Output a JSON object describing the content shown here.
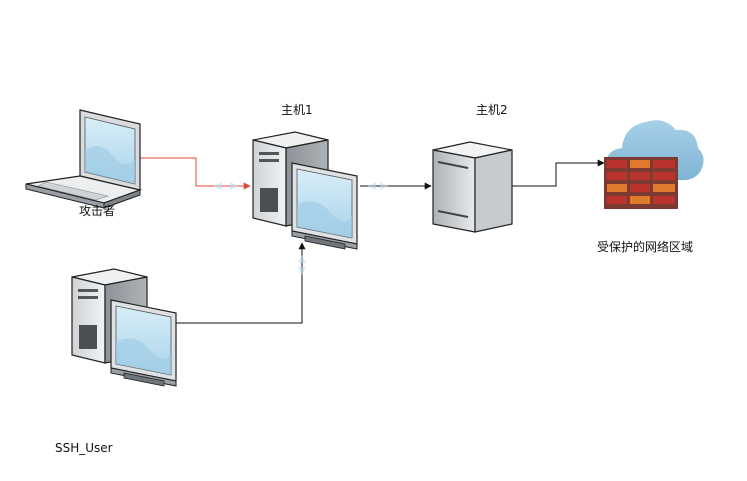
{
  "nodes": {
    "attacker": {
      "label": "攻击者",
      "icon": "laptop-icon"
    },
    "host1": {
      "label": "主机1",
      "icon": "workstation-icon"
    },
    "host2": {
      "label": "主机2",
      "icon": "server-icon"
    },
    "protected_zone": {
      "label": "受保护的网络区域",
      "icon": "cloud-firewall-icon"
    },
    "ssh_user": {
      "label": "SSH_User",
      "icon": "workstation-icon"
    }
  },
  "edges": [
    {
      "from": "attacker",
      "to": "host1",
      "color": "#e0453a"
    },
    {
      "from": "ssh_user",
      "to": "host1",
      "color": "#111111"
    },
    {
      "from": "host1",
      "to": "host2",
      "color": "#111111"
    },
    {
      "from": "host2",
      "to": "protected_zone",
      "color": "#111111"
    }
  ],
  "colors": {
    "attack_path": "#e0453a",
    "normal_path": "#111111",
    "screen": "#bfe0f0",
    "cloud": "#8ec1dd",
    "brick_red": "#b8342c",
    "brick_orange": "#e07a2c"
  }
}
